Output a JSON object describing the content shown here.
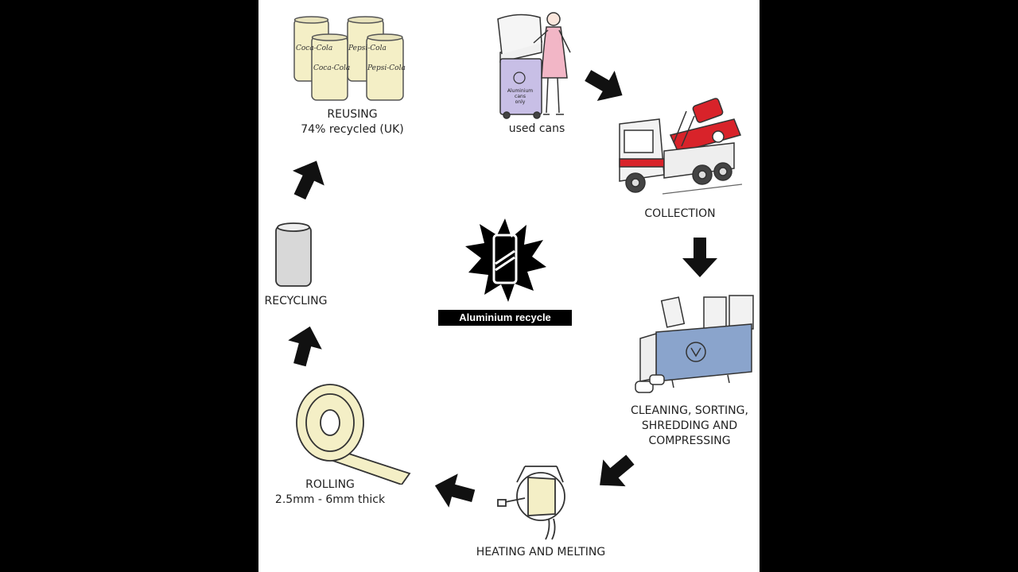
{
  "diagram": {
    "center_title": "Aluminium recycle",
    "stages": {
      "used_cans": {
        "label": "used cans",
        "bin_text": [
          "Aluminium",
          "cans",
          "only"
        ]
      },
      "collection": {
        "label": "COLLECTION"
      },
      "cleaning": {
        "lines": [
          "CLEANING, SORTING,",
          "SHREDDING AND",
          "COMPRESSING"
        ]
      },
      "heating": {
        "label": "HEATING AND MELTING"
      },
      "rolling": {
        "label": "ROLLING",
        "sublabel": "2.5mm - 6mm thick"
      },
      "recycling": {
        "label": "RECYCLING"
      },
      "reusing": {
        "label": "REUSING",
        "sublabel": "74% recycled (UK)",
        "can_brands": [
          "Coca-Cola",
          "Pepsi-Cola",
          "Coca-Cola",
          "Pepsi-Cola"
        ]
      }
    },
    "colors": {
      "can_cream": "#f4efc6",
      "bin_lilac": "#c8bfe6",
      "truck_red": "#d8232a",
      "machine_blue": "#8aa4cc",
      "dress_pink": "#f2b6c6"
    }
  }
}
